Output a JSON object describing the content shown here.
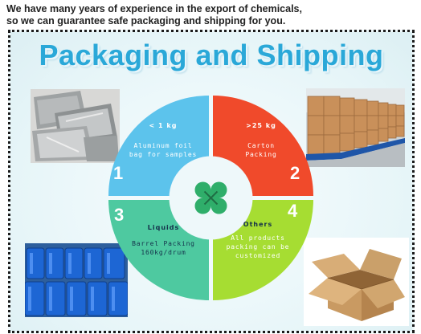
{
  "intro": {
    "line1": "We have many years of experience in the export of chemicals,",
    "line2": "so we can guarantee safe packaging and shipping for you."
  },
  "banner": {
    "title": "Packaging and Shipping",
    "title_color": "#2aa8d8"
  },
  "quadrants": [
    {
      "number": "1",
      "title": "< 1 kg",
      "line1": "Aluminum foil",
      "line2": "bag for samples",
      "color": "#5cc3ec",
      "text_color": "#ffffff"
    },
    {
      "number": "2",
      "title": ">25 kg",
      "line1": "Carton",
      "line2": "Packing",
      "color": "#f04a2b",
      "text_color": "#ffffff"
    },
    {
      "number": "3",
      "title": "Liquids",
      "line1": "Barrel Packing",
      "line2": "160kg/drum",
      "color": "#4ec9a0",
      "text_color": "#14304a"
    },
    {
      "number": "4",
      "title": "Others",
      "line1": "All products",
      "line2": "packing can be",
      "line3": "customized",
      "color": "#a6dd32",
      "text_color": "#ffffff"
    }
  ],
  "center_icon": "clover-x-icon",
  "photos": [
    "foil-bags-photo",
    "stacked-cartons-photo",
    "blue-barrels-photo",
    "open-cardboard-box-photo"
  ]
}
